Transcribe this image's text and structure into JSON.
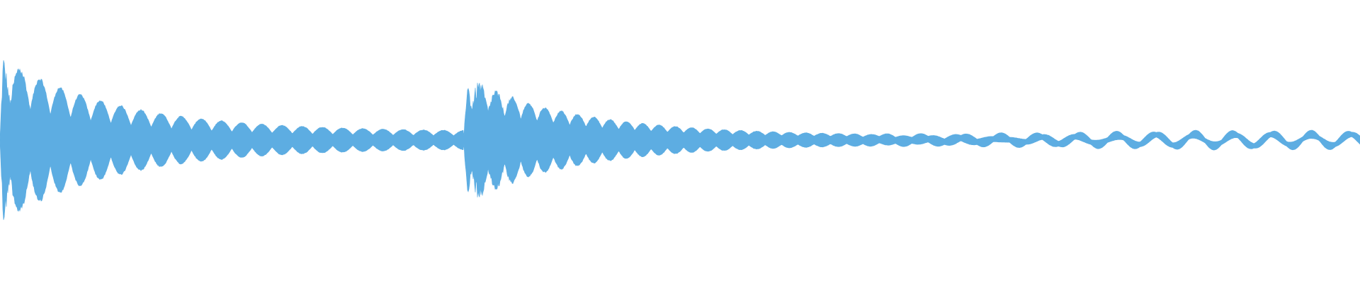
{
  "colors": {
    "background": "#ffffff",
    "waveform": "#5dade2"
  },
  "chart_data": {
    "type": "area",
    "xlabel": "",
    "ylabel": "",
    "xlim": [
      0,
      1
    ],
    "ylim": [
      -1,
      1
    ],
    "grid": false,
    "legend": "none",
    "segments": [
      {
        "onset": 0.0,
        "end": 0.341,
        "peak": 1.0,
        "decay": 4.0,
        "floor": 0.1,
        "hum_cycles": 23,
        "ripple_depth": 0.55
      },
      {
        "onset": 0.341,
        "end": 1.0,
        "peak": 0.73,
        "decay": 7.5,
        "floor": 0.05,
        "hum_cycles": 55,
        "ripple_depth": 0.45
      }
    ],
    "series": [
      {
        "values": []
      }
    ]
  }
}
